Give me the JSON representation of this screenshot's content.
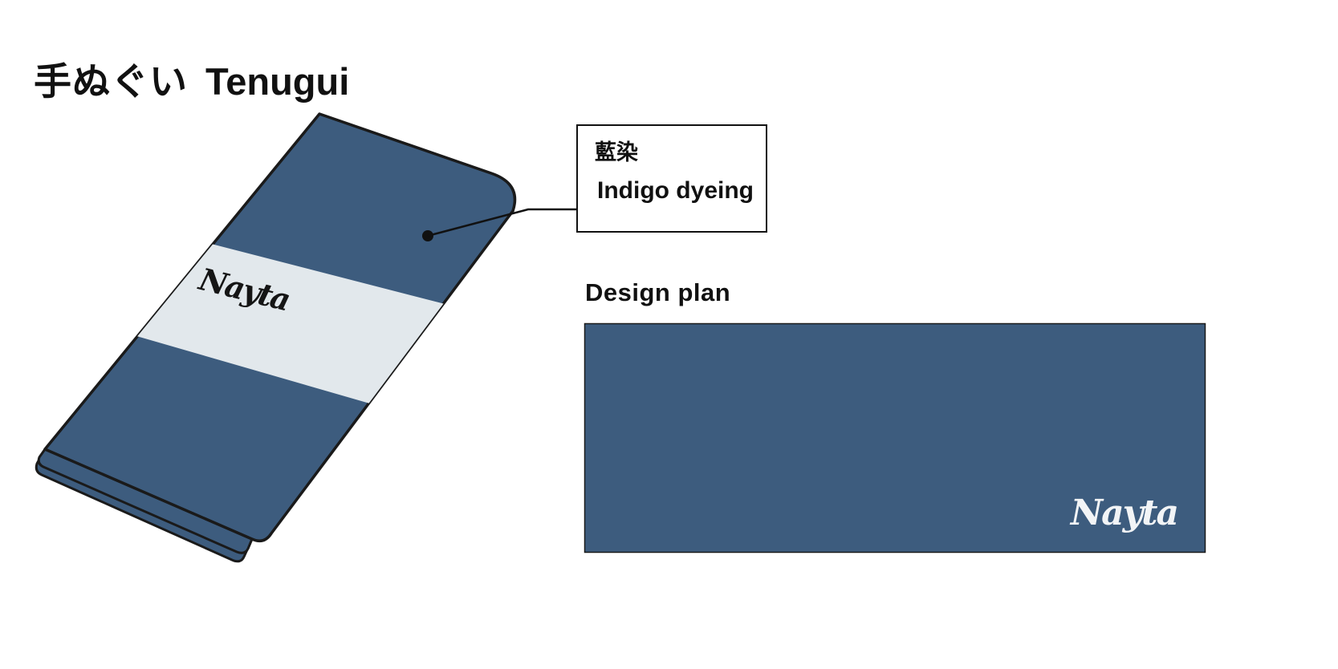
{
  "header": {
    "title_ja": "手ぬぐい",
    "title_en": "Tenugui"
  },
  "towel": {
    "logo": "Nayta"
  },
  "callout": {
    "line1": "藍染",
    "line2": "Indigo dyeing"
  },
  "design_plan": {
    "heading": "Design plan",
    "logo": "Nayta"
  },
  "colors": {
    "indigo": "#3d5c7e",
    "band": "#e2e8ec",
    "outline": "#1a1a1a",
    "logo_dark": "#151515",
    "logo_light": "#f2f4f6"
  }
}
